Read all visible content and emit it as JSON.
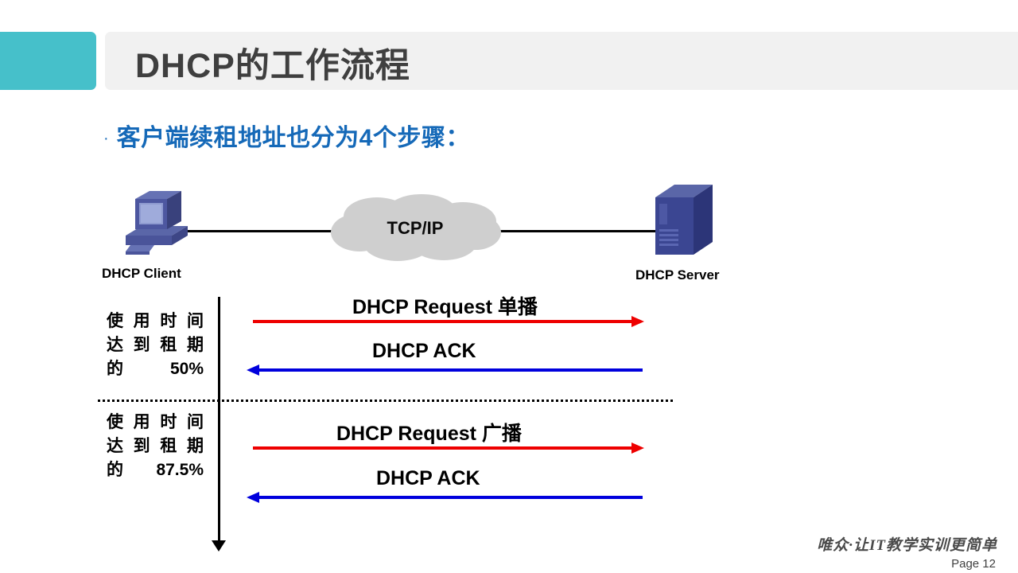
{
  "header": {
    "title": "DHCP的工作流程",
    "accent_color": "#46c0ca",
    "bar_color": "#f1f1f1",
    "title_color": "#3f3f3f"
  },
  "bullet": {
    "marker": "·",
    "text": "客户端续租地址也分为4个步骤：",
    "color": "#1569b8"
  },
  "diagram": {
    "client_label": "DHCP Client",
    "server_label": "DHCP Server",
    "cloud_label": "TCP/IP",
    "cloud_color": "#cfcfcf"
  },
  "timeline": {
    "phase_1": {
      "line1": "使用时间",
      "line2": "达到租期",
      "line3": "的50%"
    },
    "phase_2": {
      "line1": "使用时间",
      "line2": "达到租期",
      "line3": "的87.5%"
    }
  },
  "messages": [
    {
      "label": "DHCP Request 单播",
      "color": "#ee0000",
      "direction": "right"
    },
    {
      "label": "DHCP ACK",
      "color": "#0000dd",
      "direction": "left"
    },
    {
      "label": "DHCP Request 广播",
      "color": "#ee0000",
      "direction": "right"
    },
    {
      "label": "DHCP ACK",
      "color": "#0000dd",
      "direction": "left"
    }
  ],
  "footer": {
    "brand": "唯众·让IT教学实训更简单",
    "page": "Page 12"
  }
}
